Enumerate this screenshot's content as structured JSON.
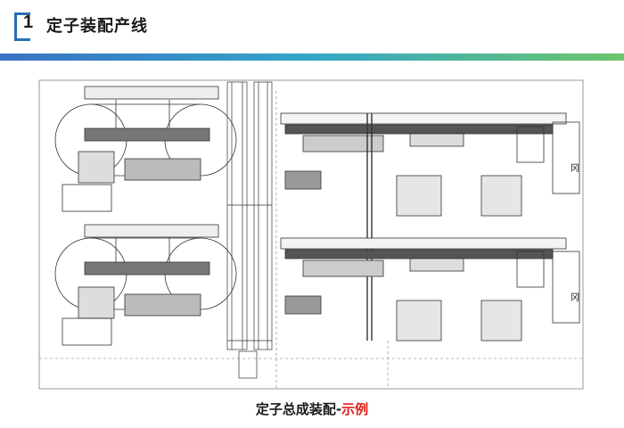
{
  "header": {
    "section_number": "1",
    "title": "定子装配产线",
    "accent_color": "#2a6db5",
    "bar_gradient": [
      "#3a73c4",
      "#34a6c8",
      "#6cc66a"
    ]
  },
  "drawing": {
    "labels": {
      "rack_top": "冈",
      "rack_bottom": "冈"
    }
  },
  "caption": {
    "main": "定子总成装配-",
    "highlight": "示例",
    "highlight_color": "#e0201a"
  }
}
